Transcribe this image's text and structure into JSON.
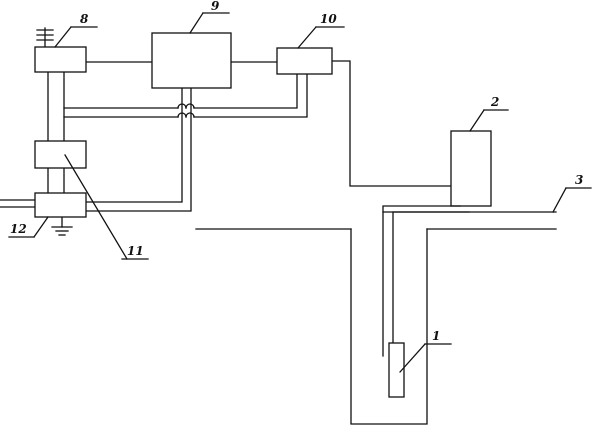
{
  "labels": {
    "well": "1",
    "control_box": "2",
    "ground_surface": "3",
    "antenna_unit": "8",
    "main_unit": "9",
    "transmitter": "10",
    "middle_unit": "11",
    "grounded_unit": "12"
  },
  "colors": {
    "line": "#111111",
    "background": "#ffffff"
  },
  "icons": {
    "antenna": "antenna-icon",
    "ground": "ground-icon",
    "wire_crossover": "wire-hop-icon"
  }
}
